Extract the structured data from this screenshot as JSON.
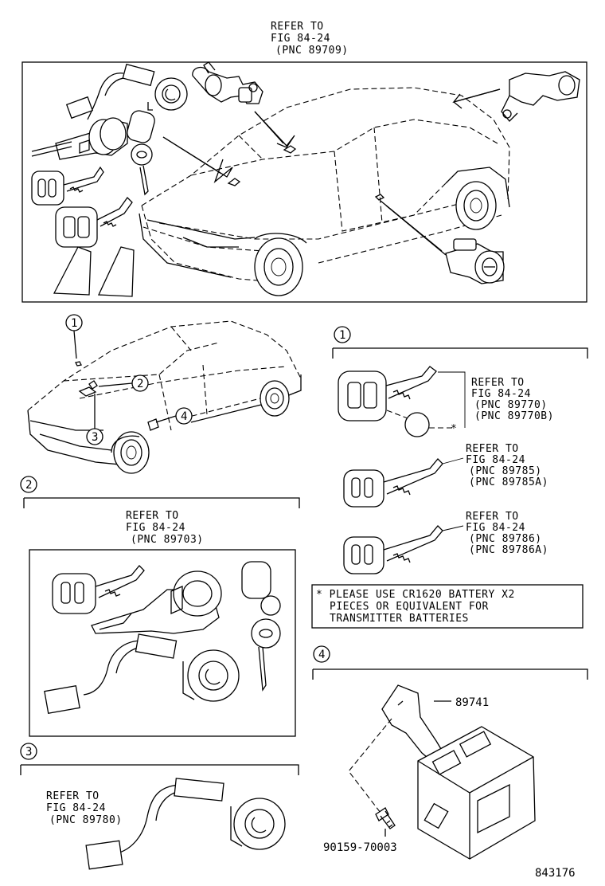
{
  "top_ref": [
    "REFER TO",
    "FIG 84-24",
    "(PNC 89709)"
  ],
  "callouts": [
    "1",
    "2",
    "3",
    "4"
  ],
  "section1": {
    "num": "1",
    "ref_a": [
      "REFER TO",
      "FIG 84-24",
      "(PNC 89770)",
      "(PNC 89770B)"
    ],
    "ref_b": [
      "REFER TO",
      "FIG 84-24",
      "(PNC 89785)",
      "(PNC 89785A)"
    ],
    "ref_c": [
      "REFER TO",
      "FIG 84-24",
      "(PNC 89786)",
      "(PNC 89786A)"
    ],
    "asterisk": "*"
  },
  "section2": {
    "num": "2",
    "ref": [
      "REFER TO",
      "FIG 84-24",
      "(PNC 89703)"
    ]
  },
  "section3": {
    "num": "3",
    "ref": [
      "REFER TO",
      "FIG 84-24",
      "(PNC 89780)"
    ]
  },
  "section4": {
    "num": "4",
    "part_main": "89741",
    "part_screw": "90159-70003"
  },
  "note": [
    "* PLEASE USE CR1620 BATTERY X2",
    "PIECES OR EQUIVALENT FOR",
    "TRANSMITTER BATTERIES"
  ],
  "figure_number": "843176"
}
